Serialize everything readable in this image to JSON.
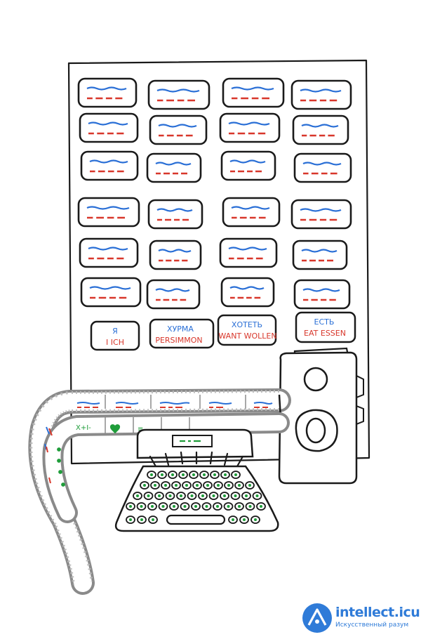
{
  "cards": [
    {
      "top": "Я",
      "bottom": "I  ICH"
    },
    {
      "top": "ХУРМА",
      "bottom": "PERSIMMON"
    },
    {
      "top": "ХОТЕТЬ",
      "bottom": "WANT WOLLEN"
    },
    {
      "top": "ЕСТЬ",
      "bottom": "EAT ESSEN"
    }
  ],
  "logo": {
    "name": "intellect.icu",
    "tagline": "Искусственный разум"
  },
  "colors": {
    "ink": "#1a1a1a",
    "blue": "#2a6fd6",
    "red": "#d8372b",
    "green": "#1f9d3a",
    "film_gray": "#8a8a8a",
    "logo_blue": "#2f7bd8"
  }
}
